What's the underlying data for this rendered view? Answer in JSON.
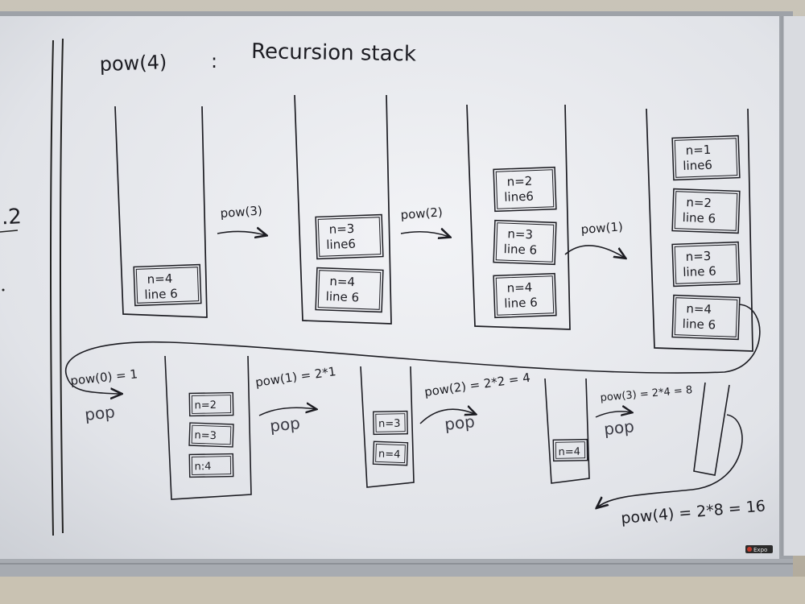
{
  "board": {
    "title_call": "pow(4)",
    "title_sep": ":",
    "title_text": "Recursion stack",
    "edge_mark": ".2",
    "maker": "Expo"
  },
  "push_calls": [
    "pow(3)",
    "pow(2)",
    "pow(1)"
  ],
  "push_stacks": [
    {
      "frames": [
        {
          "n": "n=4",
          "line": "line 6"
        }
      ]
    },
    {
      "frames": [
        {
          "n": "n=3",
          "line": "line6"
        },
        {
          "n": "n=4",
          "line": "line 6"
        }
      ]
    },
    {
      "frames": [
        {
          "n": "n=2",
          "line": "line6"
        },
        {
          "n": "n=3",
          "line": "line 6"
        },
        {
          "n": "n=4",
          "line": "line 6"
        }
      ]
    },
    {
      "frames": [
        {
          "n": "n=1",
          "line": "line6"
        },
        {
          "n": "n=2",
          "line": "line 6"
        },
        {
          "n": "n=3",
          "line": "line 6"
        },
        {
          "n": "n=4",
          "line": "line 6"
        }
      ]
    }
  ],
  "pop_results": [
    "pow(0) = 1",
    "pow(1) = 2*1",
    "pow(2) = 2*2 = 4",
    "pow(3) = 2*4 = 8"
  ],
  "pop_label": "pop",
  "pop_stacks": [
    {
      "frames": [
        "n=2",
        "n=3",
        "n:4"
      ]
    },
    {
      "frames": [
        "n=3",
        "n=4"
      ]
    },
    {
      "frames": [
        "n=4"
      ]
    }
  ],
  "final_result": "pow(4) = 2*8 = 16"
}
